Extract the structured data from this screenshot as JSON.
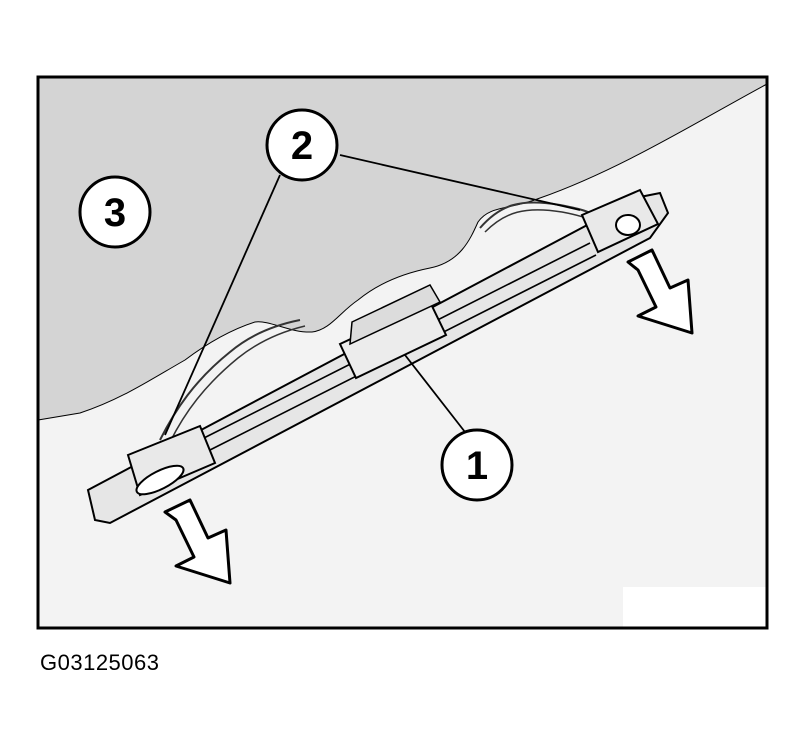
{
  "figure": {
    "callouts": [
      {
        "id": "1",
        "label": "1"
      },
      {
        "id": "2",
        "label": "2"
      },
      {
        "id": "3",
        "label": "3"
      }
    ],
    "figure_code": "G03125063",
    "colors": {
      "frame": "#000000",
      "background_region": "#f3f3f3",
      "shaded_region": "#d4d4d4",
      "part_fill": "#e6e6e6",
      "arrow_fill": "#ffffff"
    }
  }
}
